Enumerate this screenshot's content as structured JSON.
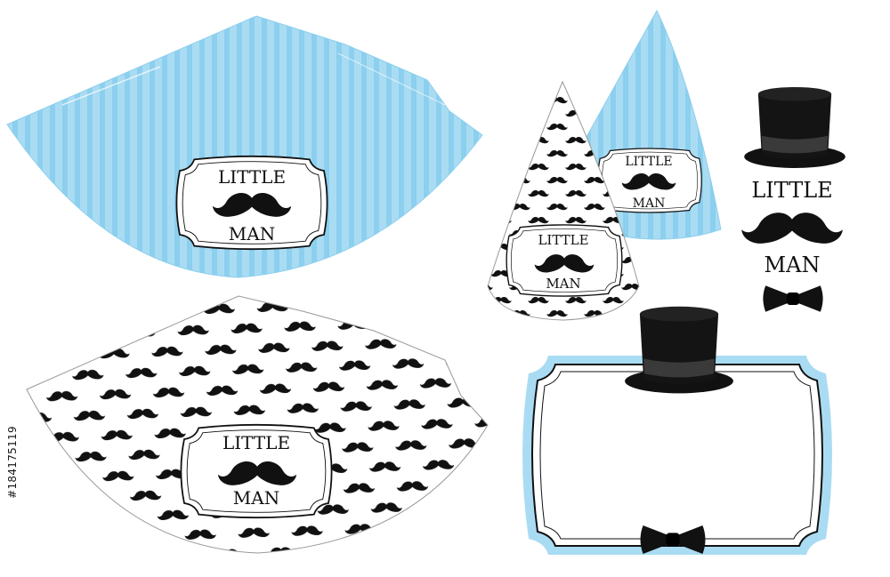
{
  "colors": {
    "light_blue": "#a9dcf3",
    "stripe_blue": "#8ccfee",
    "black": "#111111",
    "white": "#ffffff"
  },
  "label_top": "LITTLE",
  "label_bottom": "MAN",
  "stock_id": "#184175119",
  "icons": [
    "mustache-icon",
    "top-hat-icon",
    "bow-tie-icon"
  ]
}
